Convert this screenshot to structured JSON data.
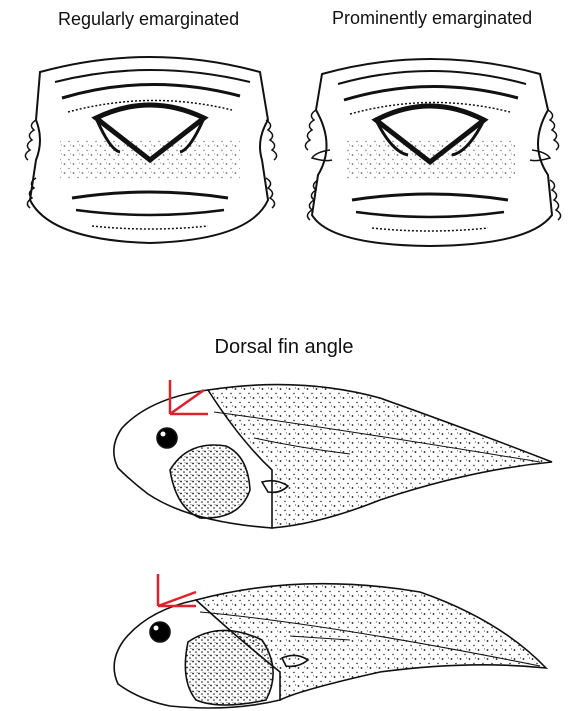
{
  "labels": {
    "left_mouth": "Regularly emarginated",
    "right_mouth": "Prominently emarginated",
    "fin_section": "Dorsal fin angle"
  },
  "colors": {
    "ink": "#111111",
    "angle_marker": "#e0202a"
  }
}
